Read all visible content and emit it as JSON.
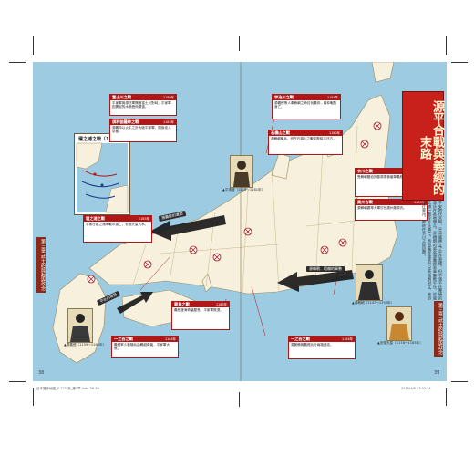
{
  "page": {
    "title": "源平合戰與義經的末路",
    "side_tab_left": "第三章 武士的興起與政治",
    "side_tab_right": "第三章 武士的興起與政治",
    "page_left": "38",
    "page_right": "39",
    "footer_left": "日本歷史地圖_0-225-新_第3章.indd 38-39",
    "footer_right": "2019/4/8 17:02:34"
  },
  "intro": {
    "text": "平安時代末期，平清盛建立了平氏政權，但不滿平氏專橫的源氏在各地舉兵。源賴朝的弟弟源義經率軍擊敗平氏，於壇之浦一戰令平氏滅亡。然而義經後來與兄長賴朝對立，被迫逃往奧州，最終在衣川之館自盡。"
  },
  "inset": {
    "title": "壇之浦之戰〔1185年〕"
  },
  "events": [
    {
      "title": "富士川之戰",
      "year": "1180年",
      "body": "平家軍與源氏軍隔著富士川對峙，平家軍因驚起的水鳥聲而潰逃。"
    },
    {
      "title": "倶利伽羅峠之戰",
      "year": "1183年",
      "body": "源義仲以火牛之計大破平家軍，隨後攻入京都。"
    },
    {
      "title": "宇治川之戰",
      "year": "1184年",
      "body": "源義經等人奉賴朝之命討伐義仲，義仲戰敗身亡。"
    },
    {
      "title": "一之谷之戰",
      "year": "1184年",
      "body": "義經率少數騎兵由鵯越奇襲，平家軍大敗。"
    },
    {
      "title": "屋島之戰",
      "year": "1185年",
      "body": "義經渡海奇襲屋島，平家軍敗退。"
    },
    {
      "title": "壇之浦之戰",
      "year": "1185年",
      "body": "平家在壇之浦海戰中滅亡，安德天皇入水。"
    },
    {
      "title": "石橋山之戰",
      "year": "1180年",
      "body": "源賴朝舉兵，但在石橋山之戰中敗給平氏方。"
    },
    {
      "title": "衣川之戰",
      "year": "1189年",
      "body": "受賴朝壓迫的藤原泰衡襲擊義經，義經自盡。"
    },
    {
      "title": "奧州合戰",
      "year": "1189年",
      "body": "源賴朝親率大軍討伐奧州藤原氏。"
    },
    {
      "title": "一之谷之戰",
      "year": "1184年",
      "body": "源範賴與義經兵分兩路進攻。"
    }
  ],
  "routes": {
    "left_label": "源義經的軍勢",
    "right_label": "源賴朝．範賴的軍勢",
    "west_label": "平氏的軍勢"
  },
  "portraits": [
    {
      "caption": "▲平清盛（1118〜1181年）"
    },
    {
      "caption": "▲源賴朝（1147〜1199年）"
    },
    {
      "caption": "▲源義經（1159〜1189年）"
    },
    {
      "caption": "▲安德天皇（1178〜1185年）"
    }
  ],
  "colors": {
    "accent": "#b01818",
    "sea": "#8fc4df",
    "land": "#f6f0dc"
  }
}
